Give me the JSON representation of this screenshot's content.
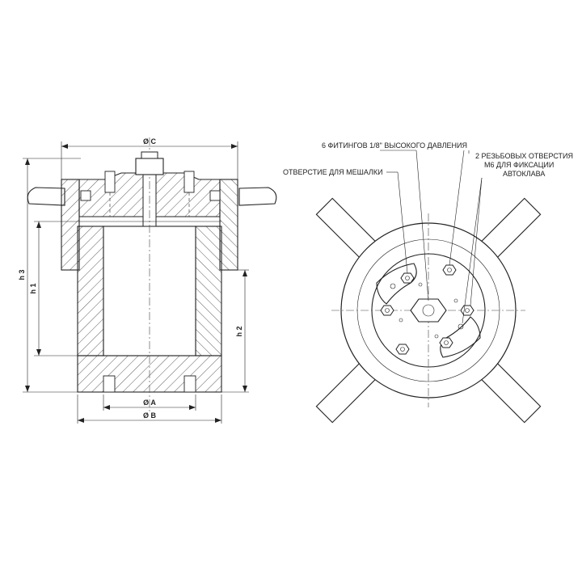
{
  "dimensions": {
    "diameter_c": "Ø C",
    "diameter_a": "Ø A",
    "diameter_b": "Ø B",
    "height_1": "h 1",
    "height_2": "h 2",
    "height_3": "h 3"
  },
  "callouts": {
    "fittings": "6 ФИТИНГОВ 1/8\" ВЫСОКОГО ДАВЛЕНИЯ",
    "threaded_holes_line1": "2 РЕЗЬБОВЫХ ОТВЕРСТИЯ",
    "threaded_holes_line2": "М6 ДЛЯ ФИКСАЦИИ",
    "threaded_holes_line3": "АВТОКЛАВА",
    "stirrer_hole": "ОТВЕРСТИЕ ДЛЯ МЕШАЛКИ"
  }
}
